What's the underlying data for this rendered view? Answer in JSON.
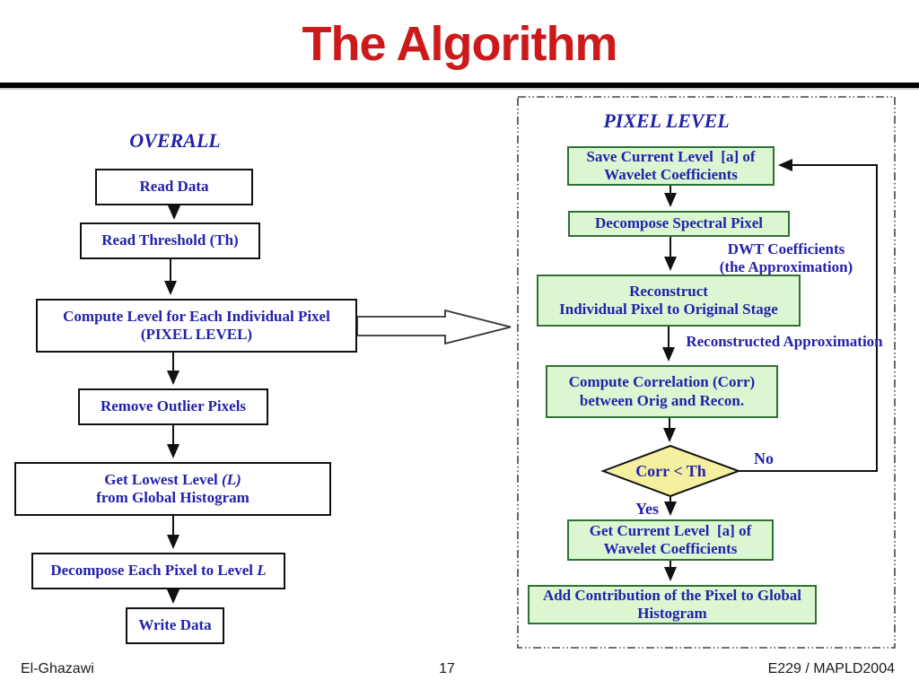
{
  "slide": {
    "title": "The Algorithm",
    "footer": {
      "author": "El-Ghazawi",
      "page_number": "17",
      "conference": "E229 / MAPLD2004"
    }
  },
  "overall": {
    "heading": "OVERALL",
    "read_data": "Read Data",
    "read_threshold": "Read Threshold (Th)",
    "compute_level_line1": "Compute Level for Each Individual Pixel",
    "compute_level_line2": "(PIXEL LEVEL)",
    "remove_outlier": "Remove Outlier Pixels",
    "get_lowest_line1": "Get Lowest Level ",
    "get_lowest_line1_italic": "(L)",
    "get_lowest_line2": "from Global Histogram",
    "decompose_each": "Decompose Each Pixel to Level ",
    "decompose_each_italic": "L",
    "write_data": "Write Data"
  },
  "pixel_level": {
    "heading": "PIXEL LEVEL",
    "save_current_line1": "Save Current Level  [a] of",
    "save_current_line2": "Wavelet Coefficients",
    "decompose_spectral": "Decompose Spectral Pixel",
    "dwt_label_line1": "DWT Coefficients",
    "dwt_label_line2": "(the Approximation)",
    "reconstruct_line1": "Reconstruct",
    "reconstruct_line2": "Individual Pixel to Original Stage",
    "reconstructed_label": "Reconstructed Approximation",
    "compute_corr_line1": "Compute Correlation (Corr)",
    "compute_corr_line2": "between Orig and Recon.",
    "decision": "Corr < Th",
    "no_label": "No",
    "yes_label": "Yes",
    "get_current_line1": "Get Current Level  [a] of",
    "get_current_line2": "Wavelet Coefficients",
    "add_contribution_line1": "Add Contribution of the Pixel to Global",
    "add_contribution_line2": "Histogram"
  },
  "colors": {
    "title_red": "#cc1a1a",
    "text_blue": "#2222aa",
    "green_fill": "#dcf6d2",
    "green_border": "#2f7132",
    "diamond_fill": "#f5f0a0"
  }
}
